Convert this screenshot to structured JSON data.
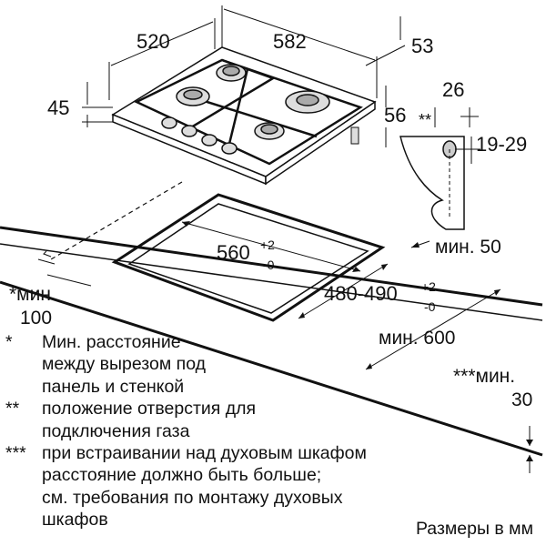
{
  "dimensions": {
    "depth_520": "520",
    "width_582": "582",
    "depth_53": "53",
    "height_45": "45",
    "height_56": "56",
    "offset_26": "26",
    "gas_marker": "**",
    "gas_range": "19-29",
    "cutout_width": "560",
    "cutout_depth": "480-490",
    "tol_plus": "+2",
    "tol_minus": "-0",
    "min_50": "мин. 50",
    "min_600": "мин. 600",
    "min_100_label": "*мин.",
    "min_100_value": "100",
    "min_30_label": "***мин.",
    "min_30_value": "30"
  },
  "notes": [
    {
      "mark": "*",
      "lines": [
        "Мин. расстояние",
        "между вырезом под",
        "панель и стенкой"
      ]
    },
    {
      "mark": "**",
      "lines": [
        "положение отверстия для",
        "подключения газа"
      ]
    },
    {
      "mark": "***",
      "lines": [
        "при встраивании над духовым шкафом",
        "расстояние должно быть больше;",
        "см. требования по монтажу духовых",
        "шкафов"
      ]
    }
  ],
  "units_note": "Размеры в мм"
}
